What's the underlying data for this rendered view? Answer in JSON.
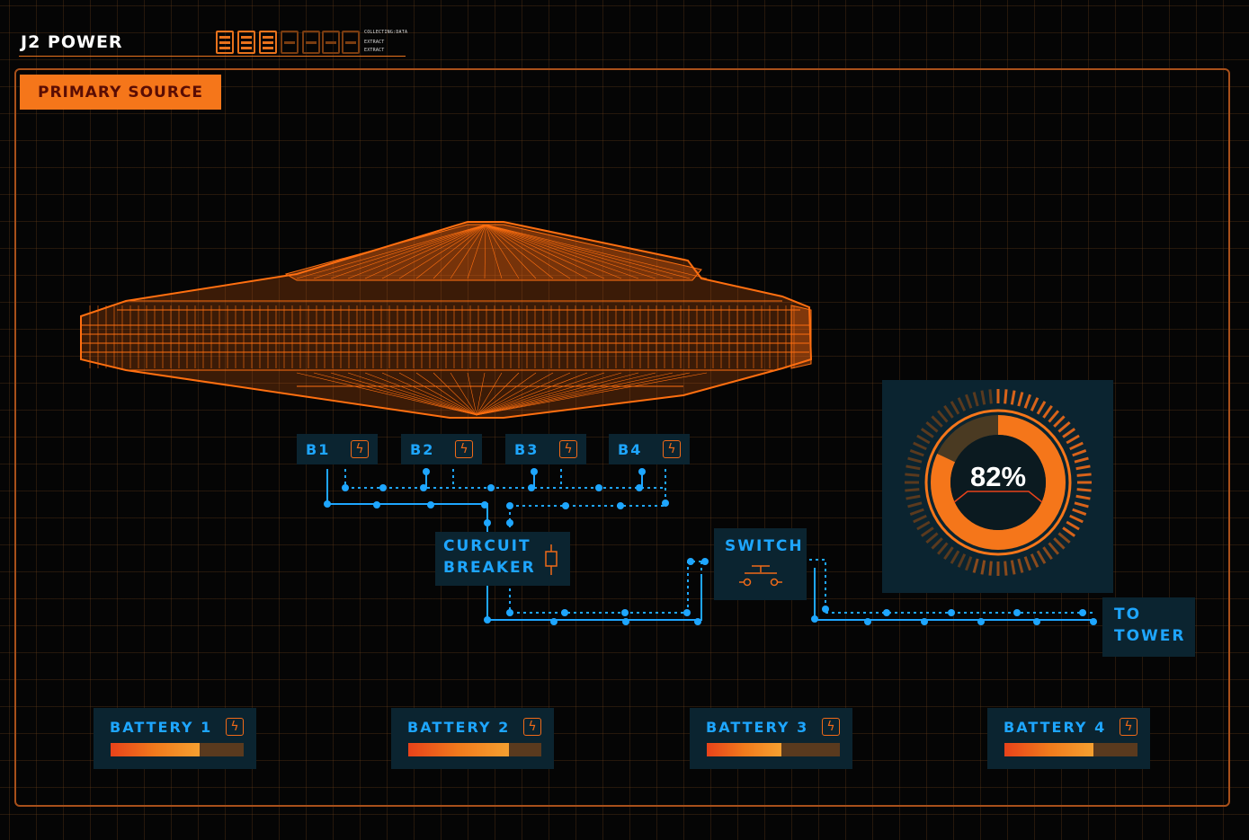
{
  "header": {
    "title": "J2 POWER",
    "status_lines": [
      "COLLECTING:DATA",
      "EXTRACT",
      "EXTRACT"
    ]
  },
  "panel": {
    "tab_label": "PRIMARY SOURCE"
  },
  "breakers": [
    {
      "label": "B1",
      "icon": "bolt-icon"
    },
    {
      "label": "B2",
      "icon": "bolt-icon"
    },
    {
      "label": "B3",
      "icon": "bolt-icon"
    },
    {
      "label": "B4",
      "icon": "bolt-icon"
    }
  ],
  "circuit": {
    "breaker_line1": "CURCUIT",
    "breaker_line2": "BREAKER",
    "switch_label": "SWITCH",
    "tower_line1": "TO",
    "tower_line2": "TOWER"
  },
  "gauge": {
    "value": 82,
    "display": "82%"
  },
  "batteries": [
    {
      "label": "BATTERY 1",
      "level": 0.67
    },
    {
      "label": "BATTERY 2",
      "level": 0.76
    },
    {
      "label": "BATTERY 3",
      "level": 0.56
    },
    {
      "label": "BATTERY 4",
      "level": 0.67
    }
  ],
  "colors": {
    "accent": "#f5761a",
    "wire": "#1ea6ff",
    "panel": "#0b2430",
    "grid": "#3a2412"
  }
}
